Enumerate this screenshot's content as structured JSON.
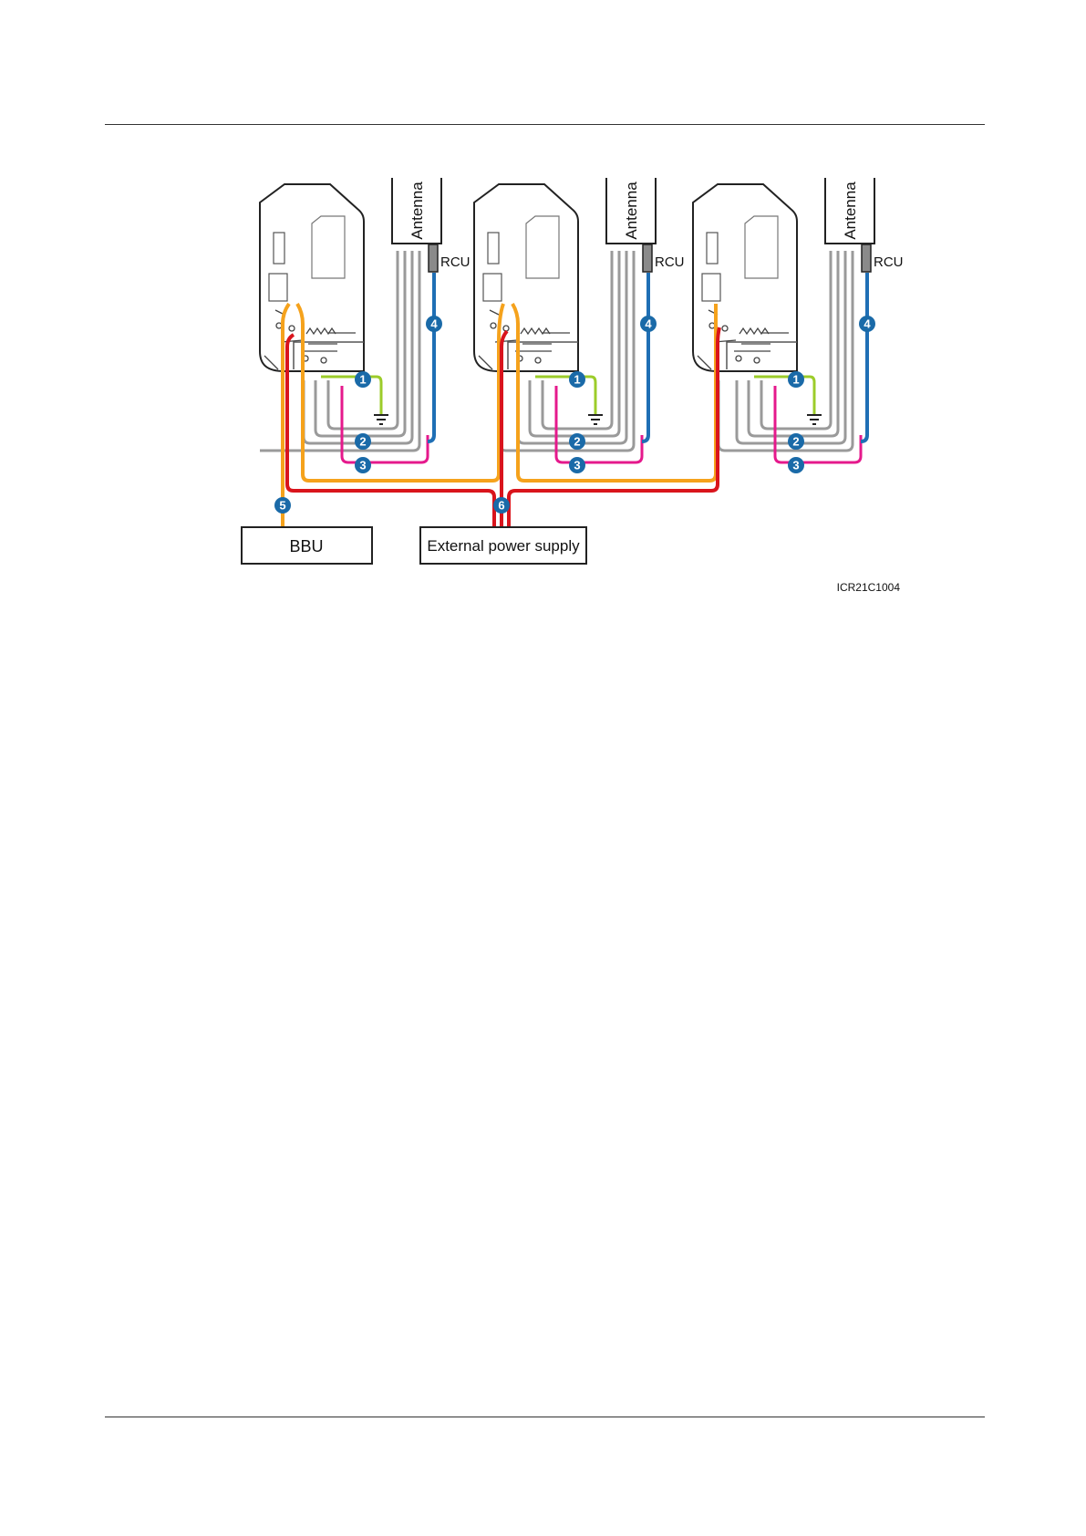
{
  "figure": {
    "id_code": "ICR21C1004",
    "boxes": {
      "bbu": "BBU",
      "power": "External power supply"
    },
    "units": [
      {
        "antenna_label": "Antenna",
        "rcu_label": "RCU"
      },
      {
        "antenna_label": "Antenna",
        "rcu_label": "RCU"
      },
      {
        "antenna_label": "Antenna",
        "rcu_label": "RCU"
      }
    ],
    "callouts": {
      "ground": "1",
      "rf_jumper": "2",
      "aisg_cable": "3",
      "rcu_cable": "4",
      "cpri_cable": "5",
      "power_cable": "6"
    },
    "colors": {
      "grey_cable": "#9a9a9a",
      "magenta_cable": "#e5198c",
      "blue_cable": "#1f6fb5",
      "yellow_green_cable": "#9ccc2a",
      "orange_cable": "#f5a21c",
      "red_cable": "#d9141c",
      "badge": "#1a6aa8"
    }
  }
}
